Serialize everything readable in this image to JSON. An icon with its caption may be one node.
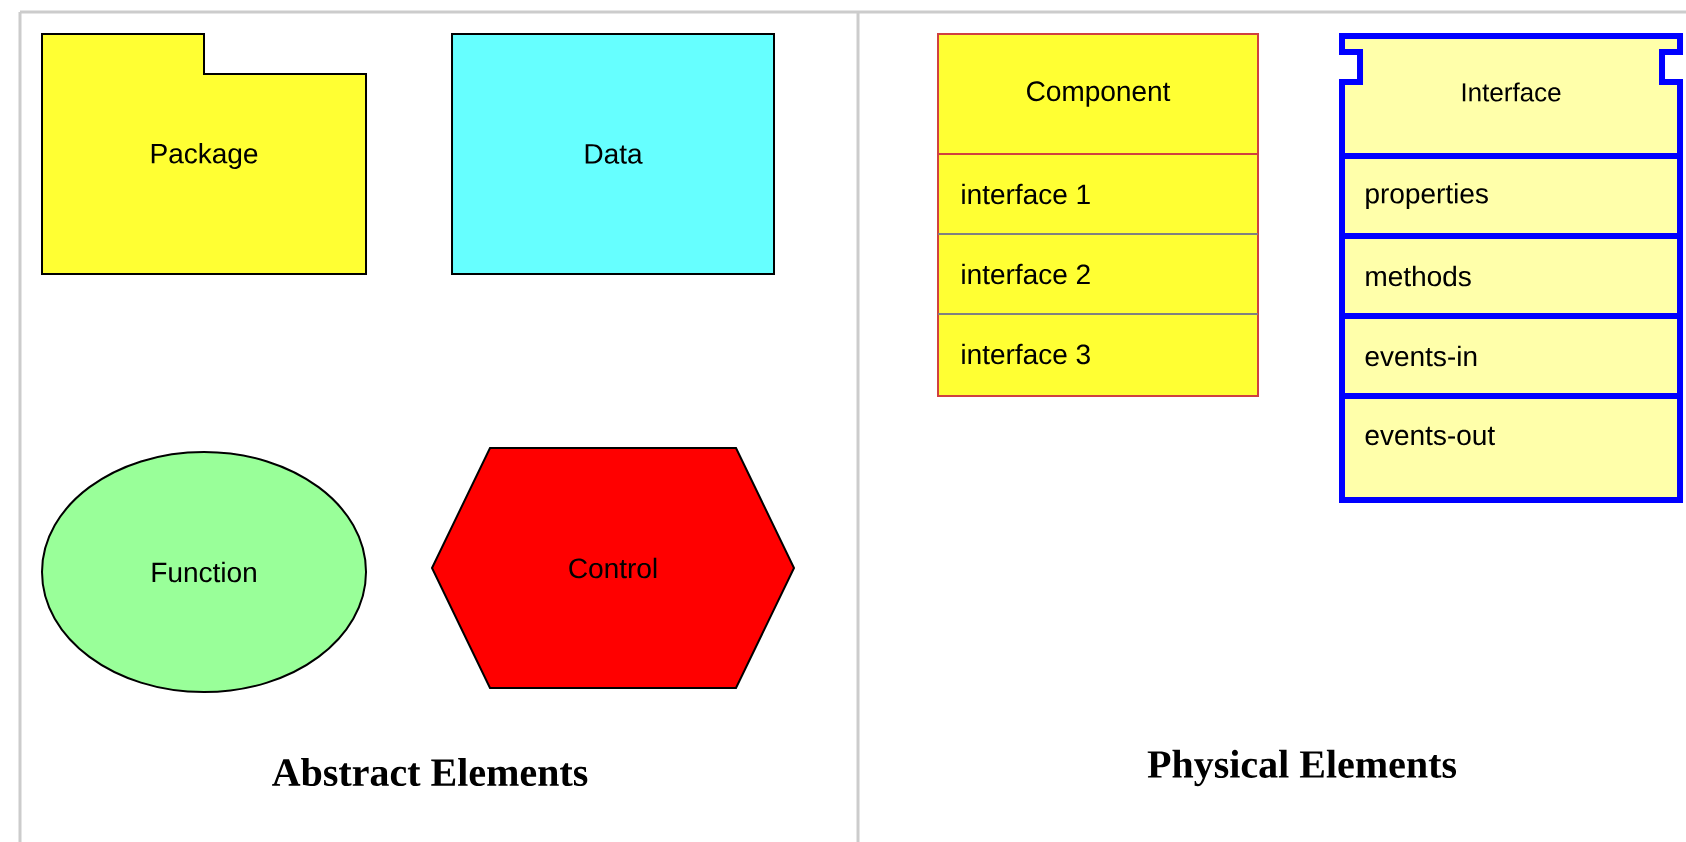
{
  "diagram": {
    "nodes": [
      {
        "text": [
          "Package"
        ]
      },
      {
        "text": [
          "Data"
        ]
      },
      {
        "text": [
          "Function"
        ]
      },
      {
        "text": [
          "Control"
        ]
      },
      {
        "text": [
          "Component",
          "interface 1",
          "interface 2",
          "interface 3"
        ]
      },
      {
        "text": [
          "Interface",
          "properties",
          "methods",
          "events-in",
          "events-out"
        ]
      }
    ],
    "edges": [],
    "labels": [
      "Abstract Elements",
      "Physical Elements"
    ]
  }
}
